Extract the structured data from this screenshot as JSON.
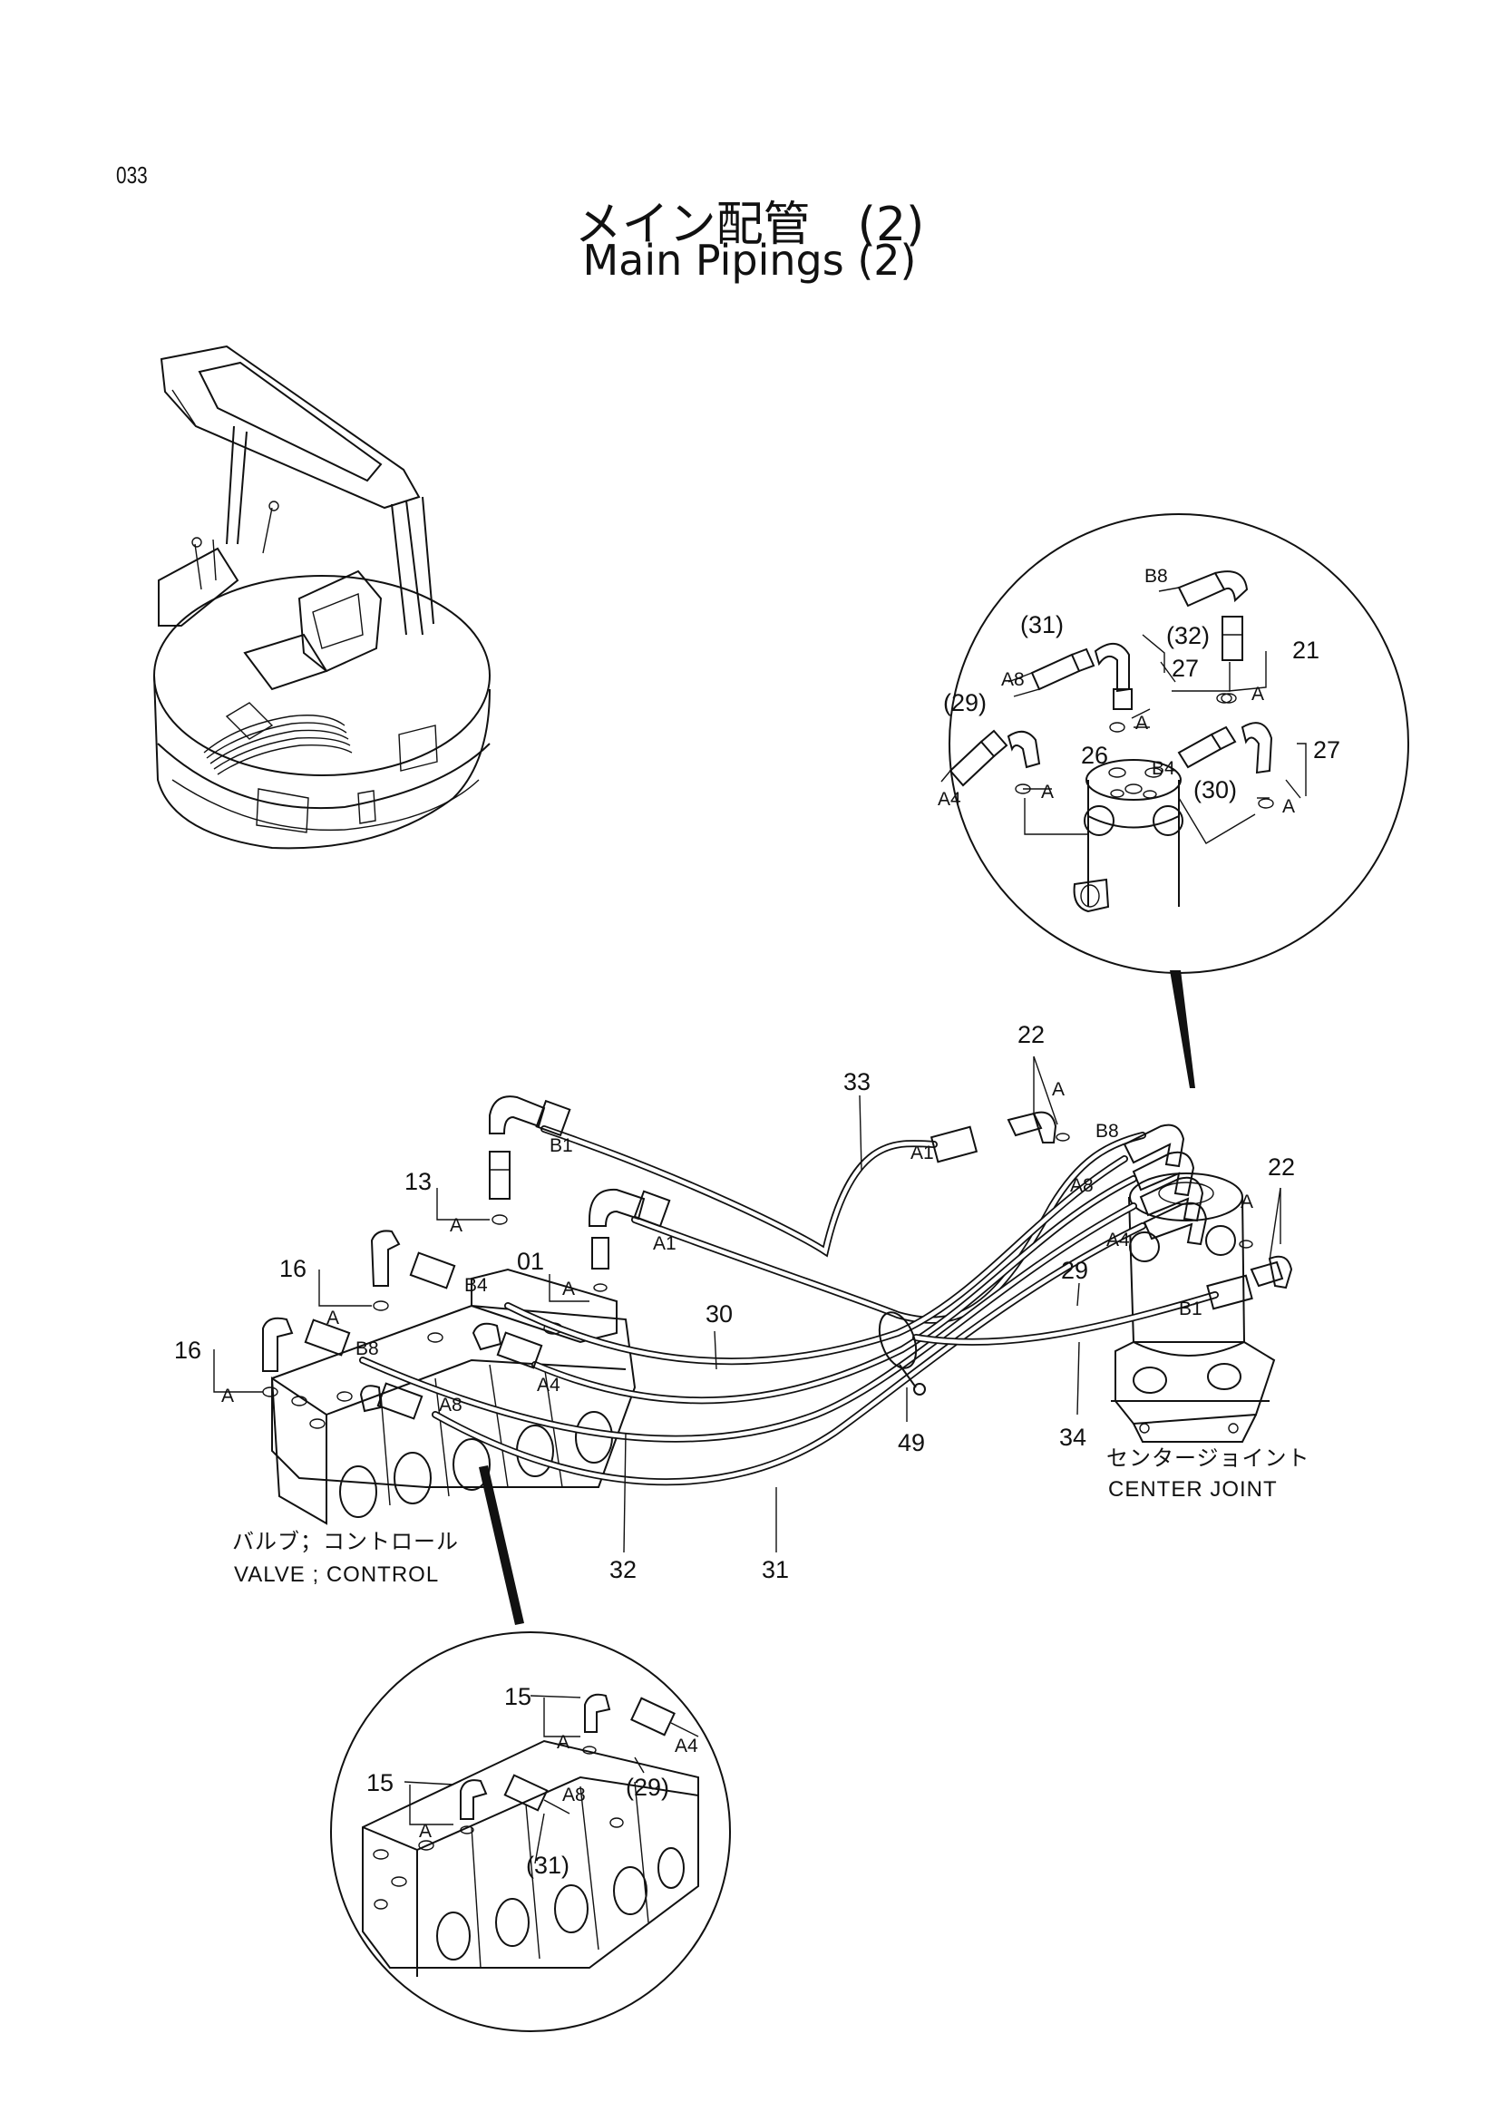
{
  "header": {
    "page_number": "033",
    "title_ja": "メイン配管　(2)",
    "title_en": "Main Pipings (2)"
  },
  "callouts": {
    "c01": "01",
    "c13": "13",
    "c15a": "15",
    "c15b": "15",
    "c16a": "16",
    "c16b": "16",
    "c21": "21",
    "c22a": "22",
    "c22b": "22",
    "c26": "26",
    "c27a": "27",
    "c27b": "27",
    "c29": "29",
    "c29p_top": "(29)",
    "c29p_bot": "(29)",
    "c30": "30",
    "c30p": "(30)",
    "c31": "31",
    "c31p_top": "(31)",
    "c31p_bot": "(31)",
    "c32": "32",
    "c32p": "(32)",
    "c33": "33",
    "c34": "34",
    "c49": "49"
  },
  "ports": {
    "A": "A",
    "A1": "A1",
    "A4": "A4",
    "A8": "A8",
    "B1": "B1",
    "B4": "B4",
    "B8": "B8"
  },
  "captions": {
    "center_joint_ja": "センタージョイント",
    "center_joint_en": "CENTER JOINT",
    "valve_ja": "バルブ；コントロール",
    "valve_en": "VALVE ; CONTROL"
  }
}
